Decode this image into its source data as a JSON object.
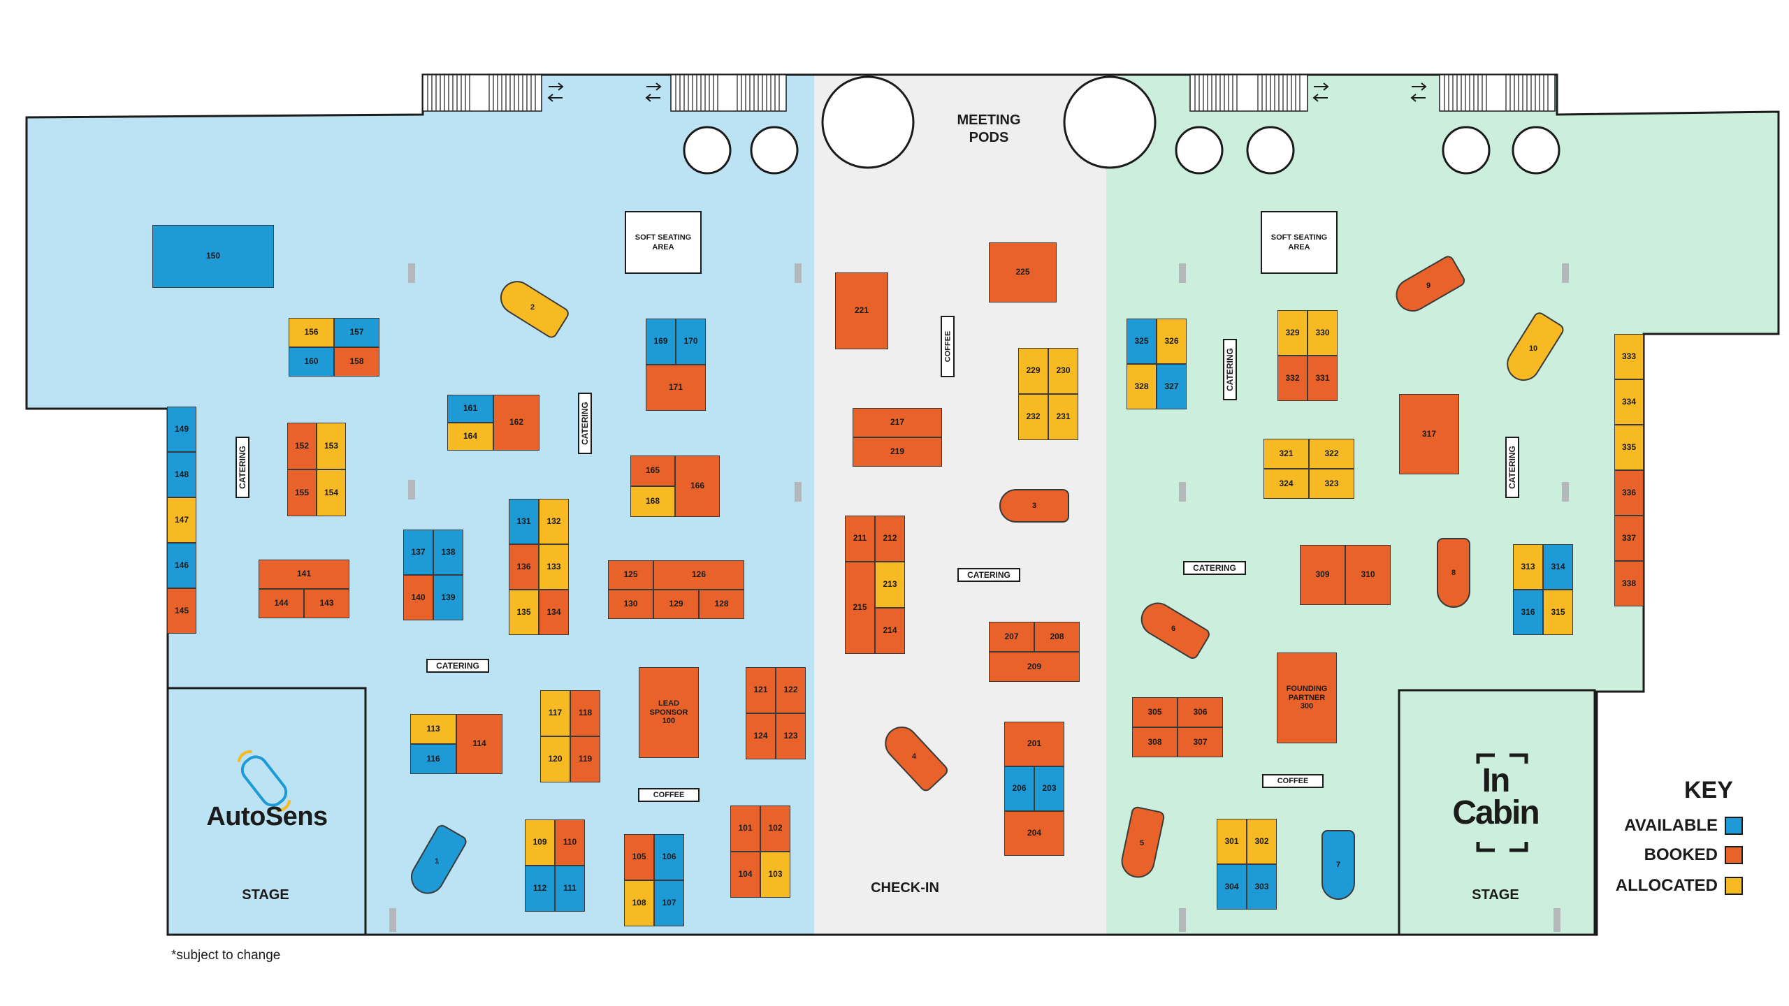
{
  "map": {
    "zones": {
      "meeting_pods": "MEETING\nPODS",
      "check_in": "CHECK-IN",
      "stage_left": "STAGE",
      "stage_right": "STAGE",
      "soft_seating_left": "SOFT SEATING\nAREA",
      "soft_seating_right": "SOFT SEATING\nAREA"
    },
    "logos": {
      "autosens": "AutoSens",
      "incabin": "In\nCabin"
    },
    "catering_label": "CATERING",
    "coffee_label": "COFFEE",
    "footnote": "*subject to change",
    "key": {
      "title": "KEY",
      "items": [
        {
          "label": "AVAILABLE",
          "status": "available"
        },
        {
          "label": "BOOKED",
          "status": "booked"
        },
        {
          "label": "ALLOCATED",
          "status": "allocated"
        }
      ]
    },
    "colors": {
      "available": "#1e9ad6",
      "booked": "#e8622a",
      "allocated": "#f8ba22",
      "zone_left": "#bce3f3",
      "zone_middle": "#efefef",
      "zone_right": "#cceedd"
    },
    "booths": [
      {
        "id": "150",
        "status": "available"
      },
      {
        "id": "156",
        "status": "allocated"
      },
      {
        "id": "157",
        "status": "available"
      },
      {
        "id": "160",
        "status": "available"
      },
      {
        "id": "158",
        "status": "booked"
      },
      {
        "id": "149",
        "status": "available"
      },
      {
        "id": "148",
        "status": "available"
      },
      {
        "id": "147",
        "status": "allocated"
      },
      {
        "id": "146",
        "status": "available"
      },
      {
        "id": "145",
        "status": "booked"
      },
      {
        "id": "152",
        "status": "booked"
      },
      {
        "id": "153",
        "status": "allocated"
      },
      {
        "id": "155",
        "status": "booked"
      },
      {
        "id": "154",
        "status": "allocated"
      },
      {
        "id": "141",
        "status": "booked"
      },
      {
        "id": "144",
        "status": "booked"
      },
      {
        "id": "143",
        "status": "booked"
      },
      {
        "id": "161",
        "status": "available"
      },
      {
        "id": "164",
        "status": "allocated"
      },
      {
        "id": "162",
        "status": "booked"
      },
      {
        "id": "169",
        "status": "available"
      },
      {
        "id": "170",
        "status": "available"
      },
      {
        "id": "171",
        "status": "booked"
      },
      {
        "id": "165",
        "status": "booked"
      },
      {
        "id": "168",
        "status": "allocated"
      },
      {
        "id": "166",
        "status": "booked"
      },
      {
        "id": "137",
        "status": "available"
      },
      {
        "id": "138",
        "status": "available"
      },
      {
        "id": "140",
        "status": "booked"
      },
      {
        "id": "139",
        "status": "available"
      },
      {
        "id": "131",
        "status": "available"
      },
      {
        "id": "132",
        "status": "allocated"
      },
      {
        "id": "136",
        "status": "booked"
      },
      {
        "id": "133",
        "status": "allocated"
      },
      {
        "id": "135",
        "status": "allocated"
      },
      {
        "id": "134",
        "status": "booked"
      },
      {
        "id": "125",
        "status": "booked"
      },
      {
        "id": "126",
        "status": "booked"
      },
      {
        "id": "130",
        "status": "booked"
      },
      {
        "id": "129",
        "status": "booked"
      },
      {
        "id": "128",
        "status": "booked"
      },
      {
        "id": "113",
        "status": "allocated"
      },
      {
        "id": "116",
        "status": "available"
      },
      {
        "id": "114",
        "status": "booked"
      },
      {
        "id": "117",
        "status": "allocated"
      },
      {
        "id": "118",
        "status": "booked"
      },
      {
        "id": "120",
        "status": "allocated"
      },
      {
        "id": "119",
        "status": "booked"
      },
      {
        "id": "LEAD\nSPONSOR\n100",
        "status": "booked"
      },
      {
        "id": "121",
        "status": "booked"
      },
      {
        "id": "122",
        "status": "booked"
      },
      {
        "id": "124",
        "status": "booked"
      },
      {
        "id": "123",
        "status": "booked"
      },
      {
        "id": "109",
        "status": "allocated"
      },
      {
        "id": "110",
        "status": "booked"
      },
      {
        "id": "112",
        "status": "available"
      },
      {
        "id": "111",
        "status": "available"
      },
      {
        "id": "105",
        "status": "booked"
      },
      {
        "id": "106",
        "status": "available"
      },
      {
        "id": "108",
        "status": "allocated"
      },
      {
        "id": "107",
        "status": "available"
      },
      {
        "id": "101",
        "status": "booked"
      },
      {
        "id": "102",
        "status": "booked"
      },
      {
        "id": "104",
        "status": "booked"
      },
      {
        "id": "103",
        "status": "allocated"
      },
      {
        "id": "221",
        "status": "booked"
      },
      {
        "id": "225",
        "status": "booked"
      },
      {
        "id": "229",
        "status": "allocated"
      },
      {
        "id": "230",
        "status": "allocated"
      },
      {
        "id": "232",
        "status": "allocated"
      },
      {
        "id": "231",
        "status": "allocated"
      },
      {
        "id": "217",
        "status": "booked"
      },
      {
        "id": "219",
        "status": "booked"
      },
      {
        "id": "211",
        "status": "booked"
      },
      {
        "id": "212",
        "status": "booked"
      },
      {
        "id": "215",
        "status": "booked"
      },
      {
        "id": "213",
        "status": "allocated"
      },
      {
        "id": "214",
        "status": "booked"
      },
      {
        "id": "207",
        "status": "booked"
      },
      {
        "id": "208",
        "status": "booked"
      },
      {
        "id": "209",
        "status": "booked"
      },
      {
        "id": "201",
        "status": "booked"
      },
      {
        "id": "206",
        "status": "available"
      },
      {
        "id": "203",
        "status": "available"
      },
      {
        "id": "204",
        "status": "booked"
      },
      {
        "id": "325",
        "status": "available"
      },
      {
        "id": "326",
        "status": "allocated"
      },
      {
        "id": "328",
        "status": "allocated"
      },
      {
        "id": "327",
        "status": "available"
      },
      {
        "id": "329",
        "status": "allocated"
      },
      {
        "id": "330",
        "status": "allocated"
      },
      {
        "id": "332",
        "status": "booked"
      },
      {
        "id": "331",
        "status": "booked"
      },
      {
        "id": "321",
        "status": "allocated"
      },
      {
        "id": "322",
        "status": "allocated"
      },
      {
        "id": "324",
        "status": "allocated"
      },
      {
        "id": "323",
        "status": "allocated"
      },
      {
        "id": "317",
        "status": "booked"
      },
      {
        "id": "333",
        "status": "allocated"
      },
      {
        "id": "334",
        "status": "allocated"
      },
      {
        "id": "335",
        "status": "allocated"
      },
      {
        "id": "336",
        "status": "booked"
      },
      {
        "id": "337",
        "status": "booked"
      },
      {
        "id": "338",
        "status": "booked"
      },
      {
        "id": "309",
        "status": "booked"
      },
      {
        "id": "310",
        "status": "booked"
      },
      {
        "id": "313",
        "status": "allocated"
      },
      {
        "id": "314",
        "status": "available"
      },
      {
        "id": "316",
        "status": "available"
      },
      {
        "id": "315",
        "status": "allocated"
      },
      {
        "id": "FOUNDING\nPARTNER\n300",
        "status": "booked"
      },
      {
        "id": "305",
        "status": "booked"
      },
      {
        "id": "306",
        "status": "booked"
      },
      {
        "id": "308",
        "status": "booked"
      },
      {
        "id": "307",
        "status": "booked"
      },
      {
        "id": "301",
        "status": "allocated"
      },
      {
        "id": "302",
        "status": "allocated"
      },
      {
        "id": "304",
        "status": "available"
      },
      {
        "id": "303",
        "status": "available"
      }
    ],
    "cars": [
      {
        "id": "1",
        "status": "available"
      },
      {
        "id": "2",
        "status": "allocated"
      },
      {
        "id": "3",
        "status": "booked"
      },
      {
        "id": "4",
        "status": "booked"
      },
      {
        "id": "5",
        "status": "booked"
      },
      {
        "id": "6",
        "status": "booked"
      },
      {
        "id": "7",
        "status": "available"
      },
      {
        "id": "8",
        "status": "booked"
      },
      {
        "id": "9",
        "status": "booked"
      },
      {
        "id": "10",
        "status": "allocated"
      }
    ]
  }
}
